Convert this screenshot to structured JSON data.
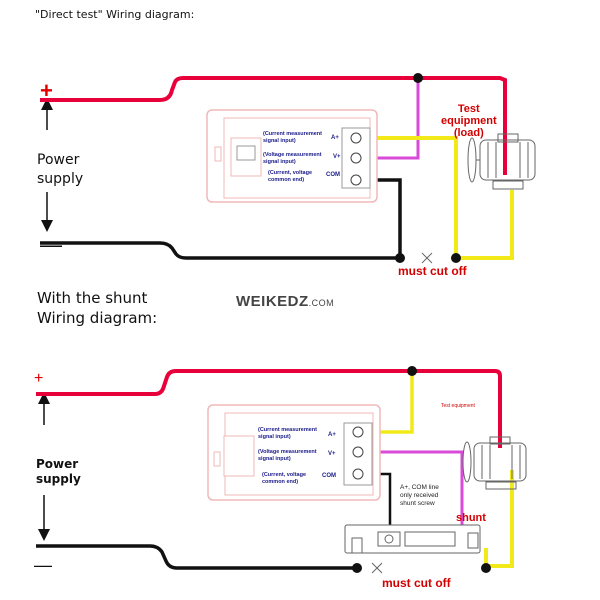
{
  "direct": {
    "title": "\"Direct test\" Wiring diagram:",
    "power_supply": "Power\nsupply",
    "plus": "+",
    "minus": "—",
    "test_equipment": "Test\nequipment\n(load)",
    "cut": "must cut off",
    "labels": {
      "current": "(Current measurement\nsignal input)",
      "voltage": "(Voltage measurement\nsignal input)",
      "common": "(Current, voltage\ncommon end)"
    },
    "pins": {
      "a": "A+",
      "v": "V+",
      "com": "COM"
    }
  },
  "shunt": {
    "title": "With the shunt\nWiring diagram:",
    "power_supply": "Power\nsupply",
    "plus": "+",
    "minus": "—",
    "test_equipment": "Test equipment",
    "shunt_label": "shunt",
    "shunt_note": "A+, COM line\nonly received\nshunt screw",
    "cut": "must cut off",
    "labels": {
      "current": "(Current measurement\nsignal input)",
      "voltage": "(Voltage measurement\nsignal input)",
      "common": "(Current, voltage\ncommon end)"
    },
    "pins": {
      "a": "A+",
      "v": "V+",
      "com": "COM"
    }
  },
  "watermark": {
    "main": "WEIKEDZ",
    "suffix": ".COM"
  },
  "colors": {
    "positive": "#e8003a",
    "negative": "#111111",
    "signal_a": "#f2ea18",
    "signal_v": "#d84ad8",
    "meter_outline": "#f0b8b8"
  }
}
